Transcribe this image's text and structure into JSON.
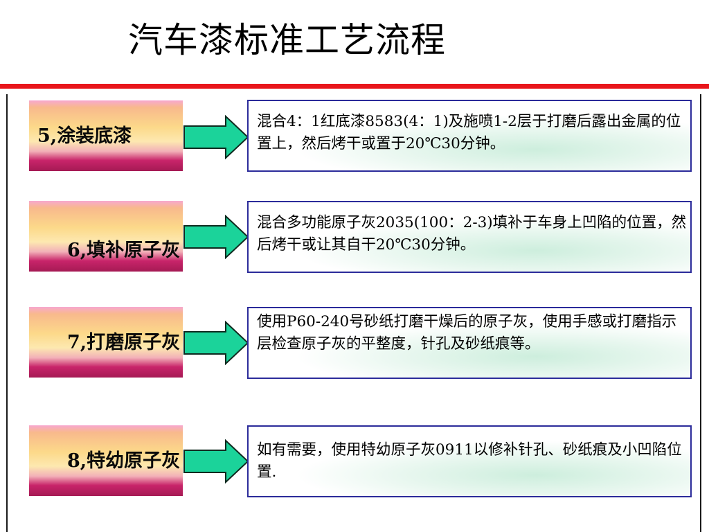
{
  "title": "汽车漆标准工艺流程",
  "colors": {
    "accent_rule": "#e8161b",
    "arrow_fill": "#1bd39a",
    "box_border": "#2b2b9a"
  },
  "steps": [
    {
      "label": "5,涂装底漆",
      "description": "混合4：1红底漆8583(4：1)及施喷1-2层于打磨后露出金属的位置上，然后烤干或置于20℃30分钟。"
    },
    {
      "label": "6,填补原子灰",
      "description": "混合多功能原子灰2035(100：2-3)填补于车身上凹陷的位置，然后烤干或让其自干20℃30分钟。"
    },
    {
      "label": "7,打磨原子灰",
      "description": "使用P60-240号砂纸打磨干燥后的原子灰，使用手感或打磨指示层检查原子灰的平整度，针孔及砂纸痕等。"
    },
    {
      "label": "8,特幼原子灰",
      "description": "如有需要，使用特幼原子灰0911以修补针孔、砂纸痕及小凹陷位置."
    }
  ]
}
